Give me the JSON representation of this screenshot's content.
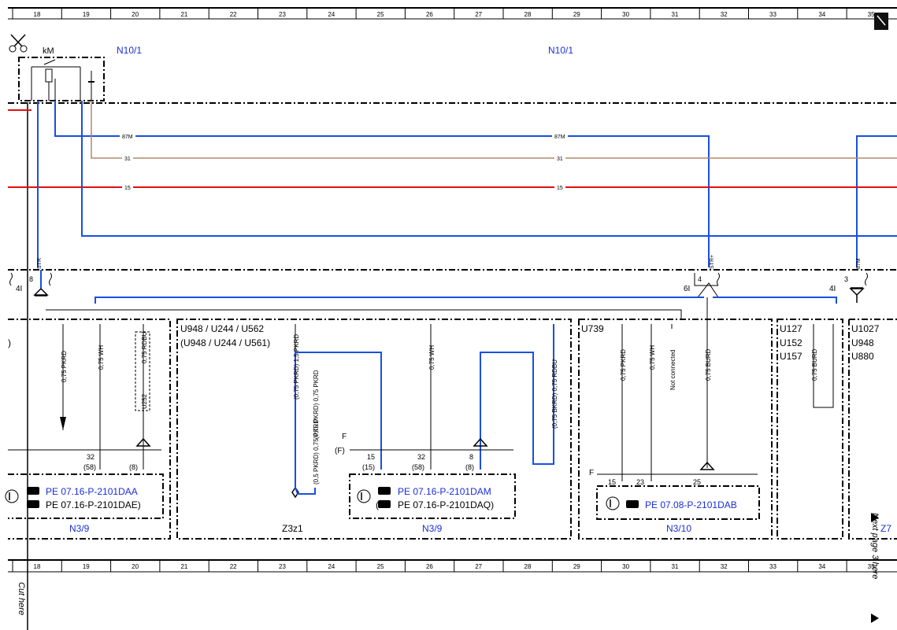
{
  "ruler": {
    "columns": [
      "18",
      "19",
      "20",
      "21",
      "22",
      "23",
      "24",
      "25",
      "26",
      "27",
      "28",
      "29",
      "30",
      "31",
      "32",
      "33",
      "34",
      "35"
    ]
  },
  "relay": {
    "label": "kM"
  },
  "components": {
    "n10_left": "N10/1",
    "n10_right": "N10/1"
  },
  "buses": [
    {
      "label": "87M",
      "color": "#1a4fe0"
    },
    {
      "label": "31",
      "color": "#b08a6a"
    },
    {
      "label": "15",
      "color": "#e01010"
    }
  ],
  "terminals": {
    "str_left": "STR",
    "str_right": "STR+",
    "m87_right": "87M",
    "pin8": "8",
    "pin4": "4",
    "pin3": "3",
    "conn4l": "4I",
    "conn6l": "6I",
    "conn4l_right": "4I"
  },
  "boxes": {
    "box1": {
      "wires": [
        "0,75 PKRD",
        "0,75 WH",
        "0,75 RDBU"
      ],
      "splice": "U252",
      "pins": [
        "32",
        "(58)",
        "(8)"
      ],
      "pe_main": "PE 07.16-P-2101DAA",
      "pe_alt": "PE 07.16-P-2101DAE)",
      "label": "N3/9"
    },
    "box2": {
      "header1": "U948 / U244 / U562",
      "header2": "(U948 / U244 / U561)",
      "wire_z": "(0,75 PKRD) 1,5 PKRD",
      "wire_a": "(0,75 PKRD) 0,75 PKRD",
      "wire_b": "(0,5 PKRD) 0,75 PKRD",
      "wire_wh": "0,75 WH",
      "wire_rdbu": "(0,75 BKRD) 0,75 RDBU",
      "f_label": "F",
      "f_alt": "(F)",
      "pins": [
        "15",
        "(15)",
        "32",
        "(58)",
        "8",
        "(8)"
      ],
      "pe_main": "PE 07.16-P-2101DAM",
      "pe_alt": "PE 07.16-P-2101DAQ)",
      "connector": "Z3z1",
      "label": "N3/9"
    },
    "box3": {
      "header": "U739",
      "wires": [
        "0,75 PKRD",
        "0,75 WH",
        "Not connected",
        "0,75 BURD"
      ],
      "f_label": "F",
      "pins": [
        "15",
        "23",
        "25"
      ],
      "pe_main": "PE 07.08-P-2101DAB",
      "label": "N3/10"
    },
    "box4": {
      "header": [
        "U127",
        "U152",
        "U157"
      ],
      "wire": "0,75 BURD"
    },
    "box5": {
      "header": [
        "U1027",
        "U948",
        "U880"
      ],
      "label": "Z7"
    }
  },
  "footer": {
    "cut_here": "Cut here",
    "next_page": "Next page 3 here"
  }
}
